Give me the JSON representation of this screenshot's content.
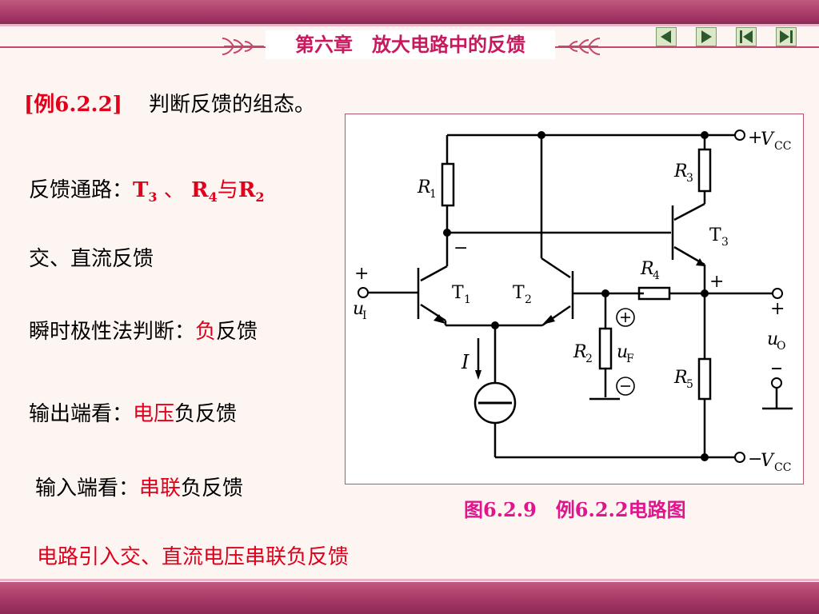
{
  "header": {
    "chapter_title": "第六章　放大电路中的反馈",
    "nav": [
      "previous",
      "next",
      "first",
      "last"
    ]
  },
  "example": {
    "label": "[例6.2.2]",
    "question": "判断反馈的组态。"
  },
  "analysis": {
    "path_label": "反馈通路：",
    "path_t": "T",
    "path_t_sub": "3",
    "path_sep": " 、 ",
    "path_r4": "R",
    "path_r4_sub": "4",
    "path_and": "与",
    "path_r2": "R",
    "path_r2_sub": "2",
    "acdc": "交、直流反馈",
    "polarity_label": "瞬时极性法判断：",
    "polarity_value": "负",
    "polarity_suffix": "反馈",
    "output_label": "输出端看：",
    "output_value": "电压",
    "output_suffix": "负反馈",
    "input_label": "输入端看：",
    "input_value": "串联",
    "input_suffix": "负反馈",
    "conclusion": "电路引入交、直流电压串联负反馈"
  },
  "figure": {
    "caption": "图6.2.9　例6.2.2电路图",
    "labels": {
      "vcc_plus": "+",
      "vcc_minus": "−",
      "vcc": "V",
      "vcc_sub": "CC",
      "r": "R",
      "r1": "1",
      "r2": "2",
      "r3": "3",
      "r4": "4",
      "r5": "5",
      "t": "T",
      "t1": "1",
      "t2": "2",
      "t3": "3",
      "u": "u",
      "ui_sub": "I",
      "uo_sub": "O",
      "uf_sub": "F",
      "current": "I",
      "plus": "+",
      "minus": "−"
    }
  }
}
